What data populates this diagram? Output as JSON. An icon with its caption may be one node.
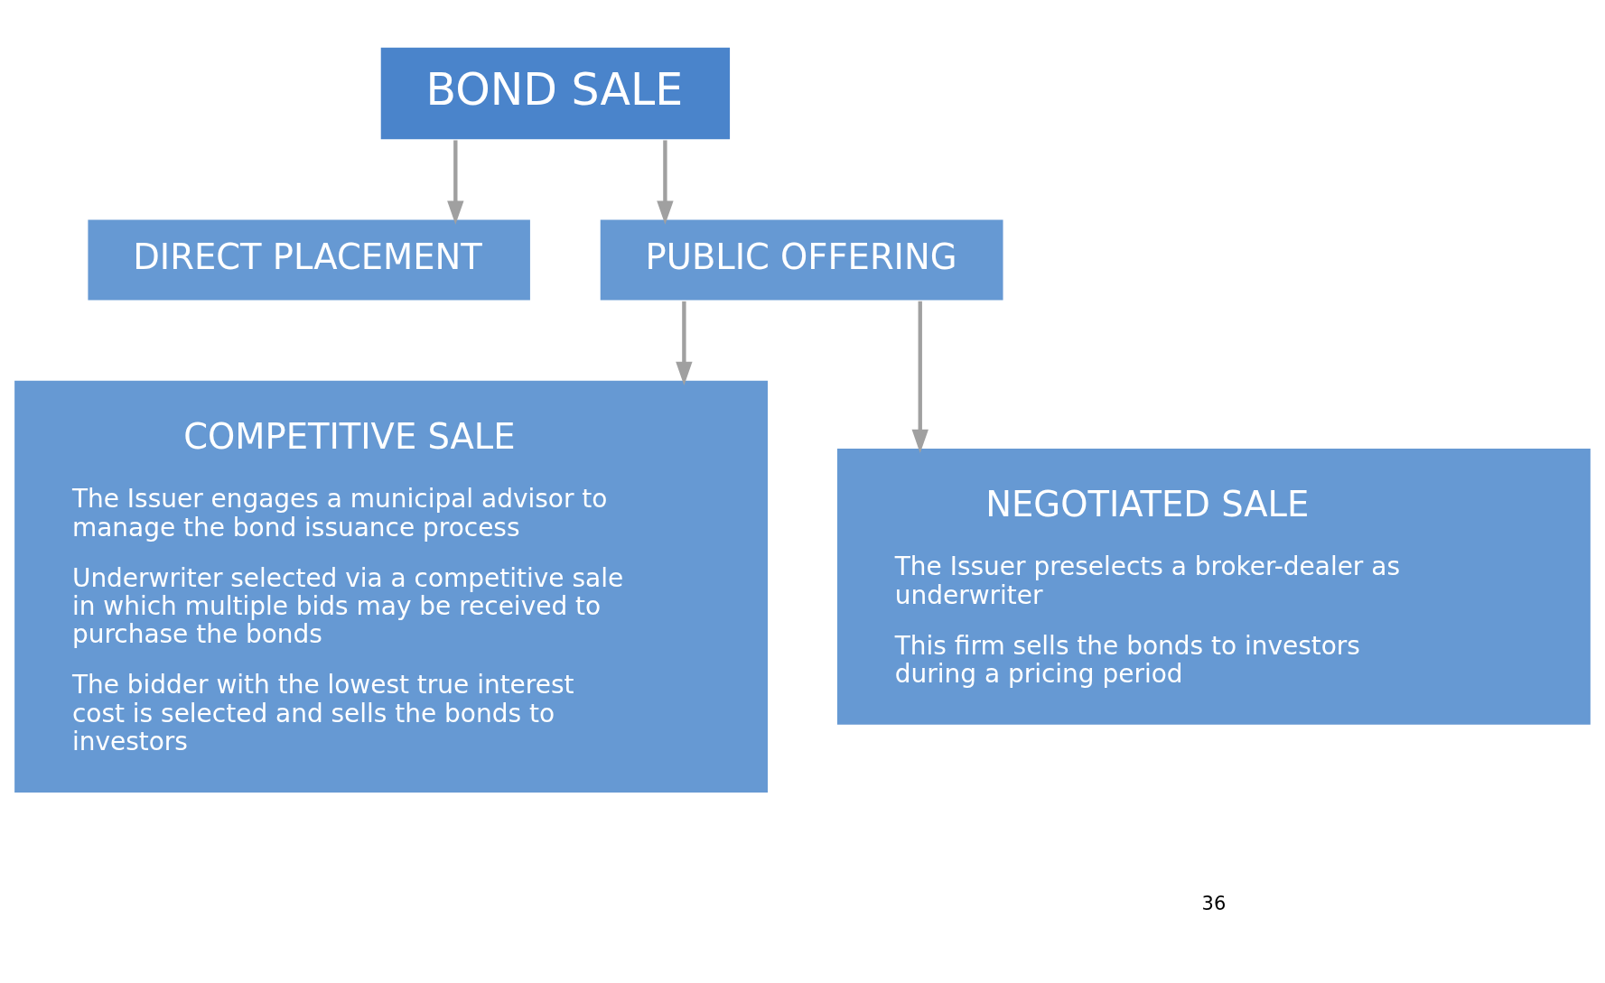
{
  "diagram": {
    "nodes": [
      {
        "text": [
          "BOND SALE"
        ]
      },
      {
        "text": [
          "DIRECT PLACEMENT"
        ]
      },
      {
        "text": [
          "PUBLIC OFFERING"
        ]
      },
      {
        "text": [
          "COMPETITIVE SALE",
          "The Issuer engages a municipal advisor to manage the bond issuance process",
          "Underwriter selected via a competitive sale in which multiple bids may be received to purchase the bonds",
          "The bidder with the lowest true interest cost is selected and sells the bonds to investors"
        ]
      },
      {
        "text": [
          "NEGOTIATED SALE",
          "The Issuer preselects a broker-dealer as underwriter",
          "This firm sells the bonds to investors during a pricing period"
        ]
      }
    ],
    "edges": [
      {
        "from": 0,
        "to": 1,
        "arrow": "to"
      },
      {
        "from": 0,
        "to": 2,
        "arrow": "to"
      },
      {
        "from": 2,
        "to": 3,
        "arrow": "to"
      },
      {
        "from": 2,
        "to": 4,
        "arrow": "to"
      }
    ],
    "labels": [
      "36"
    ]
  }
}
